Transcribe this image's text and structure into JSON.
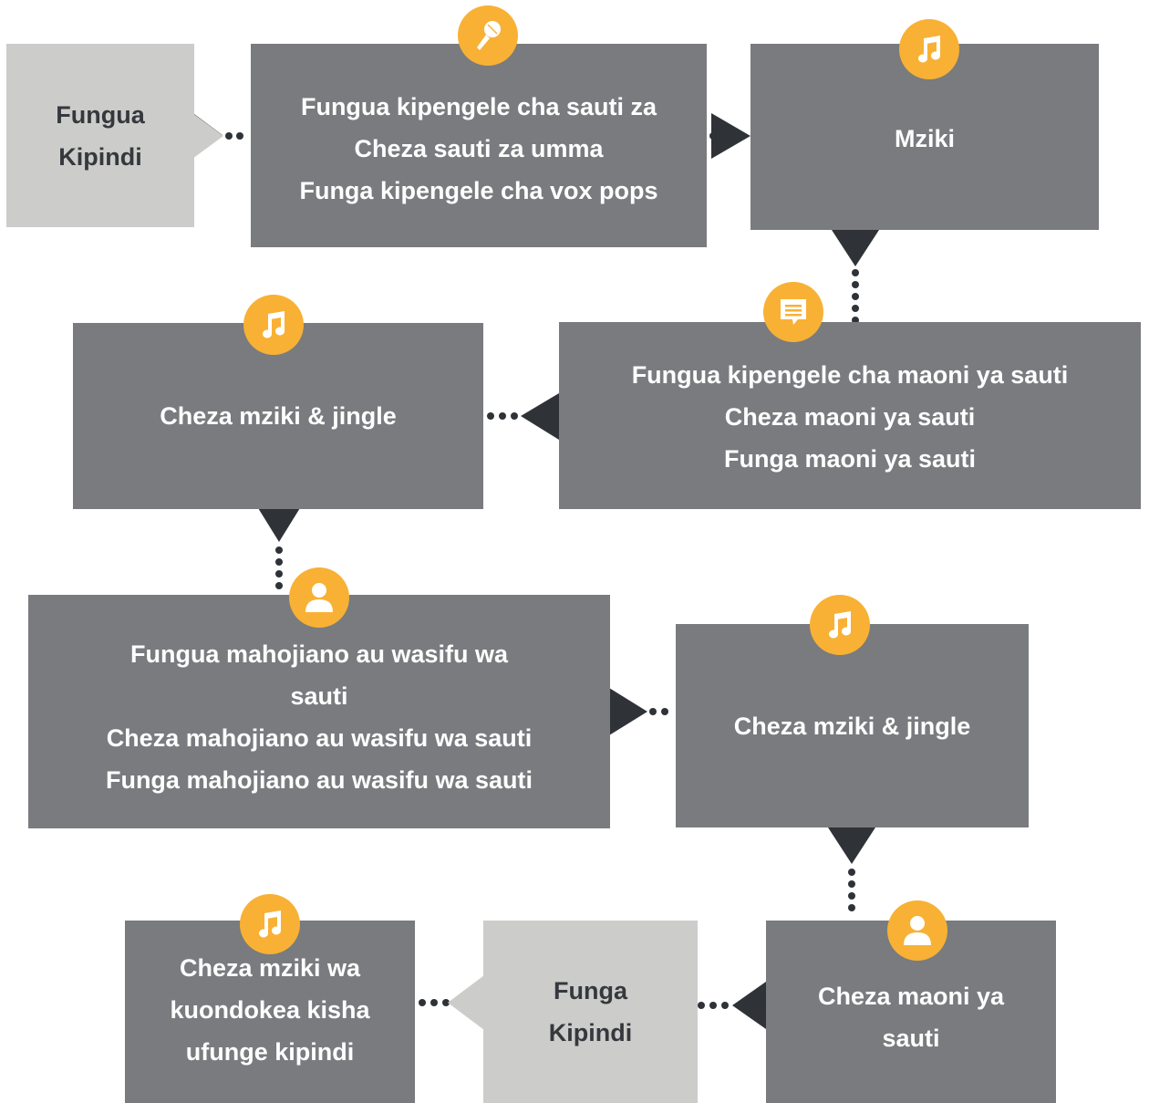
{
  "colors": {
    "box_dark": "#797b7e",
    "box_light": "#ccccca",
    "text_dark": "#35393d",
    "accent": "#f8b134",
    "connector": "#2f3337"
  },
  "steps": {
    "open_show": {
      "lines": [
        "Fungua",
        "Kipindi"
      ]
    },
    "vox_pops": {
      "icon": "microphone-icon",
      "lines": [
        "Fungua kipengele cha sauti za",
        "Cheza sauti za umma",
        "Funga kipengele cha vox pops"
      ]
    },
    "music_1": {
      "icon": "music-note-icon",
      "lines": [
        "Mziki"
      ]
    },
    "comment": {
      "icon": "comment-icon",
      "lines": [
        "Fungua kipengele cha maoni ya sauti",
        "Cheza maoni ya sauti",
        "Funga maoni ya sauti"
      ]
    },
    "music_2": {
      "icon": "music-note-icon",
      "lines": [
        "Cheza mziki & jingle"
      ]
    },
    "interview": {
      "icon": "person-icon",
      "lines": [
        "Fungua mahojiano au wasifu wa",
        "sauti",
        "Cheza mahojiano au wasifu wa sauti",
        "Funga mahojiano au wasifu wa sauti"
      ]
    },
    "music_3": {
      "icon": "music-note-icon",
      "lines": [
        "Cheza mziki & jingle"
      ]
    },
    "comment_2": {
      "icon": "person-icon",
      "lines": [
        "Cheza maoni ya",
        "sauti"
      ]
    },
    "close_show": {
      "lines": [
        "Funga",
        "Kipindi"
      ]
    },
    "outro": {
      "icon": "music-note-icon",
      "lines": [
        "Cheza mziki wa",
        "kuondokea kisha",
        "ufunge kipindi"
      ]
    }
  }
}
